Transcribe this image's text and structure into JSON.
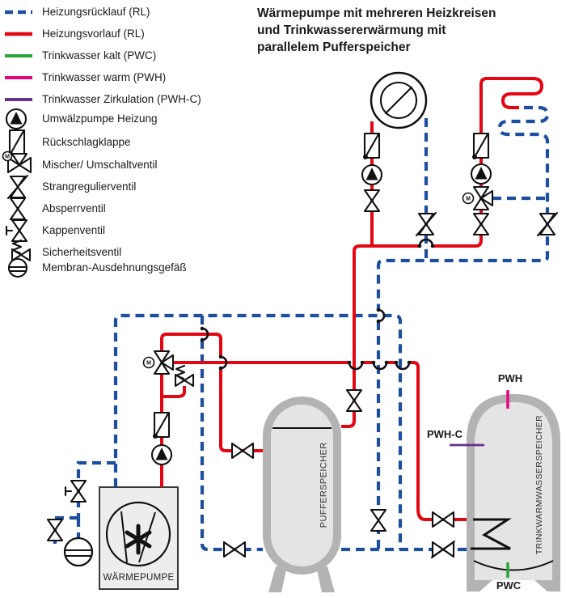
{
  "title": {
    "line1": "Wärmepumpe mit mehreren Heizkreisen",
    "line2": "und Trinkwassererwärmung mit",
    "line3": "parallelem Pufferspeicher"
  },
  "legend": {
    "items": [
      {
        "label": "Heizungsrücklauf (RL)",
        "symbol": "blue-dashed-line"
      },
      {
        "label": "Heizungsvorlauf (RL)",
        "symbol": "red-line"
      },
      {
        "label": "Trinkwasser kalt (PWC)",
        "symbol": "green-line"
      },
      {
        "label": "Trinkwasser warm (PWH)",
        "symbol": "magenta-line"
      },
      {
        "label": "Trinkwasser Zirkulation (PWH-C)",
        "symbol": "purple-line"
      },
      {
        "label": "Umwälzpumpe Heizung",
        "symbol": "pump"
      },
      {
        "label": "Rückschlagklappe",
        "symbol": "check-valve"
      },
      {
        "label": "Mischer/ Umschaltventil",
        "symbol": "mixing-valve"
      },
      {
        "label": "Strangregulierventil",
        "symbol": "regulating-valve"
      },
      {
        "label": "Absperrventil",
        "symbol": "shutoff-valve"
      },
      {
        "label": "Kappenventil",
        "symbol": "cap-valve"
      },
      {
        "label": "Sicherheitsventil",
        "symbol": "safety-valve"
      },
      {
        "label": "Membran-Ausdehnungsgefäß",
        "symbol": "expansion-vessel"
      }
    ]
  },
  "diagram": {
    "labels": {
      "waermepumpe": "WÄRMEPUMPE",
      "pufferspeicher": "PUFFERSPEICHER",
      "trinkwarmwasserspeicher": "TRINKWARMWASSERSPEICHER",
      "pwh": "PWH",
      "pwhc": "PWH-C",
      "pwc": "PWC",
      "m": "M"
    }
  },
  "colors": {
    "red": "#e30613",
    "blue": "#1e4f9e",
    "green": "#2aa338",
    "magenta": "#e5067e",
    "purple": "#66308d",
    "ink": "#111111"
  }
}
